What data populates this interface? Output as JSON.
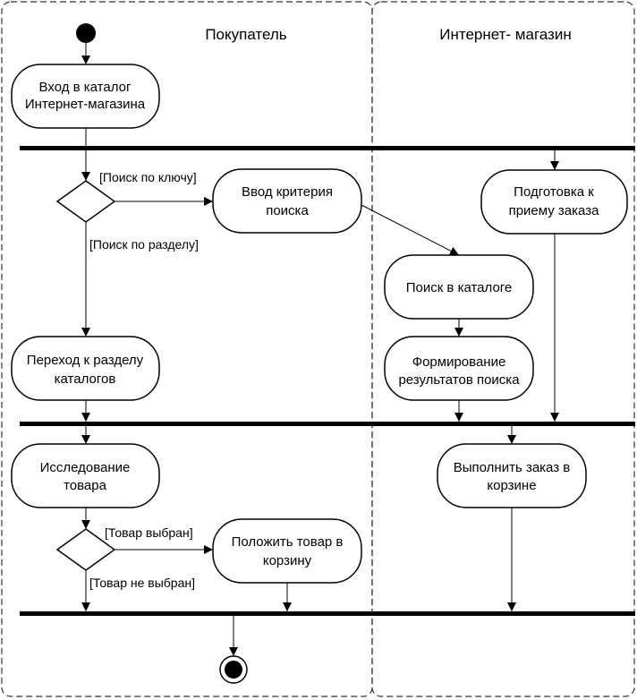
{
  "lanes": {
    "customer": "Покупатель",
    "store": "Интернет- магазин"
  },
  "activities": {
    "enter_catalog": [
      "Вход в каталог",
      "Интернет-магазина"
    ],
    "enter_criteria": [
      "Ввод критерия",
      "поиска"
    ],
    "prepare_order": [
      "Подготовка к",
      "приему заказа"
    ],
    "search_catalog": [
      "Поиск в каталоге"
    ],
    "form_results": [
      "Формирование",
      "результатов поиска"
    ],
    "goto_section": [
      "Переход к разделу",
      "каталогов"
    ],
    "study_product": [
      "Исследование",
      "товара"
    ],
    "execute_order": [
      "Выполнить заказ в",
      "корзине"
    ],
    "put_in_cart": [
      "Положить товар в",
      "корзину"
    ]
  },
  "guards": {
    "search_by_key": "[Поиск по ключу]",
    "search_by_section": "[Поиск по разделу]",
    "product_selected": "[Товар выбран]",
    "product_not_selected": "[Товар не выбран]"
  }
}
